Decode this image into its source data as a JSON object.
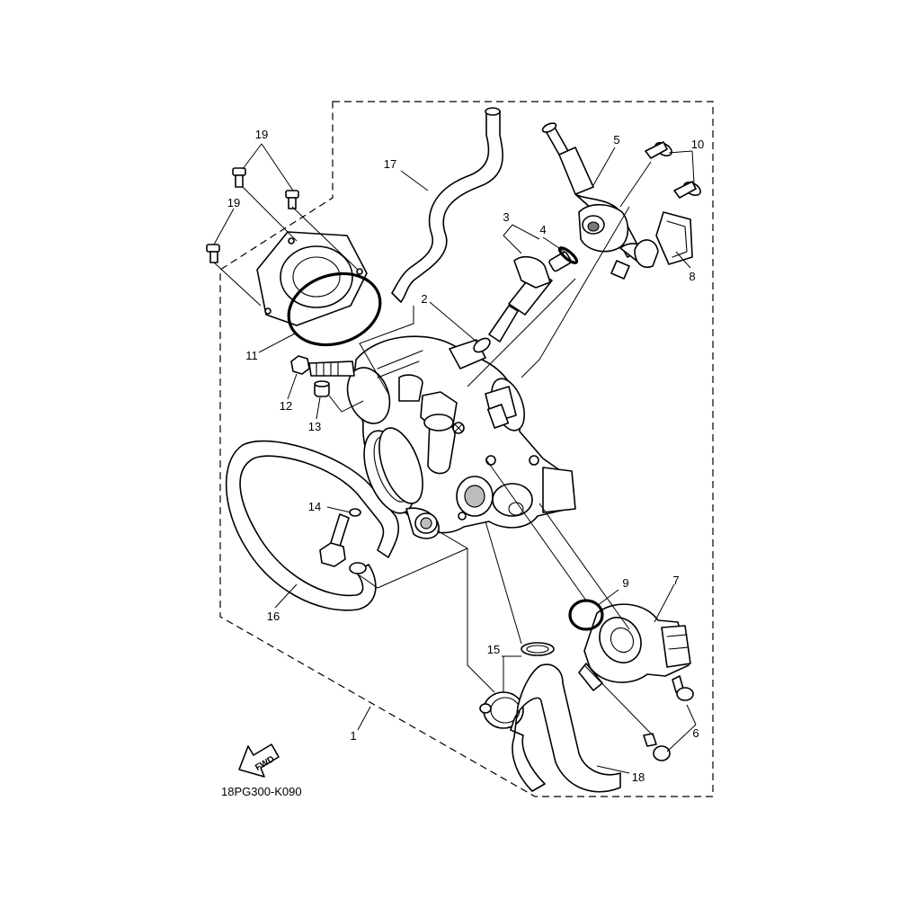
{
  "diagram_code": "18PG300-K090",
  "direction_label": "FWD",
  "callouts": [
    "1",
    "2",
    "3",
    "4",
    "5",
    "6",
    "7",
    "8",
    "9",
    "10",
    "11",
    "12",
    "13",
    "14",
    "15",
    "16",
    "17",
    "18",
    "19",
    "19"
  ]
}
